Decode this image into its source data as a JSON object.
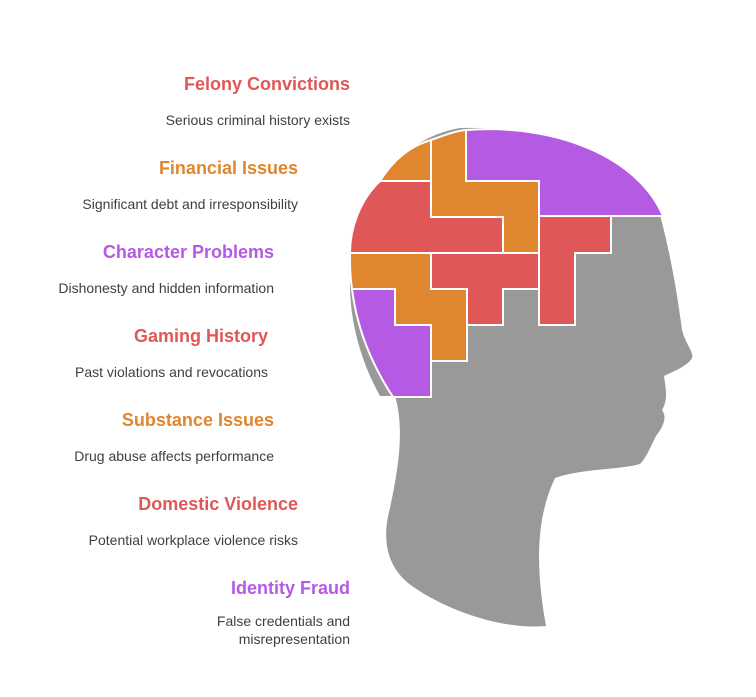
{
  "items": [
    {
      "title": "Felony Convictions",
      "desc": "Serious criminal history exists",
      "color": "#e05757"
    },
    {
      "title": "Financial Issues",
      "desc": "Significant debt and irresponsibility",
      "color": "#e0862f"
    },
    {
      "title": "Character Problems",
      "desc": "Dishonesty and hidden information",
      "color": "#b55ae3"
    },
    {
      "title": "Gaming History",
      "desc": "Past violations and revocations",
      "color": "#e05757"
    },
    {
      "title": "Substance Issues",
      "desc": "Drug abuse affects performance",
      "color": "#e0862f"
    },
    {
      "title": "Domestic Violence",
      "desc": "Potential workplace violence risks",
      "color": "#e05757"
    },
    {
      "title": "Identity Fraud",
      "desc": "False credentials and",
      "desc2": "misrepresentation",
      "color": "#b55ae3"
    }
  ],
  "colors": {
    "red": "#e05757",
    "orange": "#e0862f",
    "purple": "#b55ae3",
    "head": "#999999"
  }
}
